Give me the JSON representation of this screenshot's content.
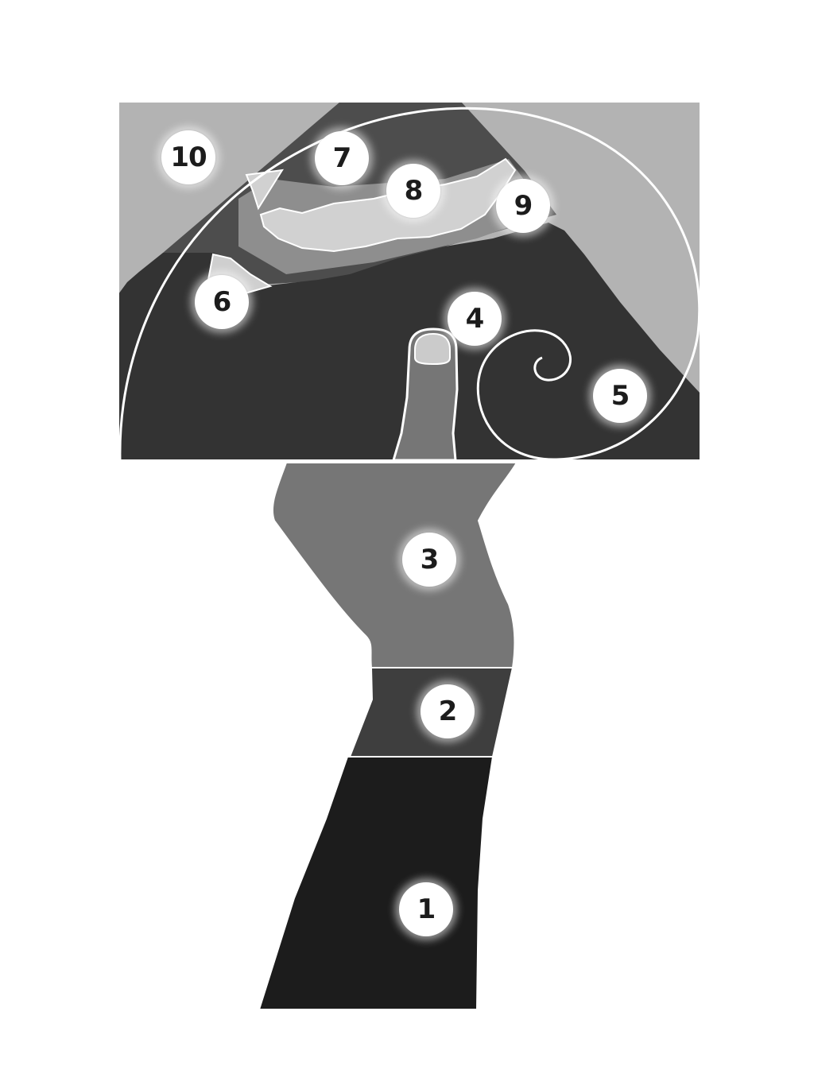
{
  "markers": [
    {
      "label": "1"
    },
    {
      "label": "2"
    },
    {
      "label": "3"
    },
    {
      "label": "4"
    },
    {
      "label": "5"
    },
    {
      "label": "6"
    },
    {
      "label": "7"
    },
    {
      "label": "8"
    },
    {
      "label": "9"
    },
    {
      "label": "10"
    }
  ],
  "colors": {
    "background": "#ffffff",
    "region_1": "#1c1c1c",
    "region_2": "#3e3e3e",
    "region_3": "#767676",
    "region_4_nail": "#cbcbcb",
    "region_5": "#333333",
    "region_6": "#cfcfcf",
    "region_7": "#4d4d4d",
    "region_8": "#d1d1d1",
    "region_9": "#8e8e8e",
    "region_10": "#b3b3b3",
    "outline": "#ffffff"
  }
}
